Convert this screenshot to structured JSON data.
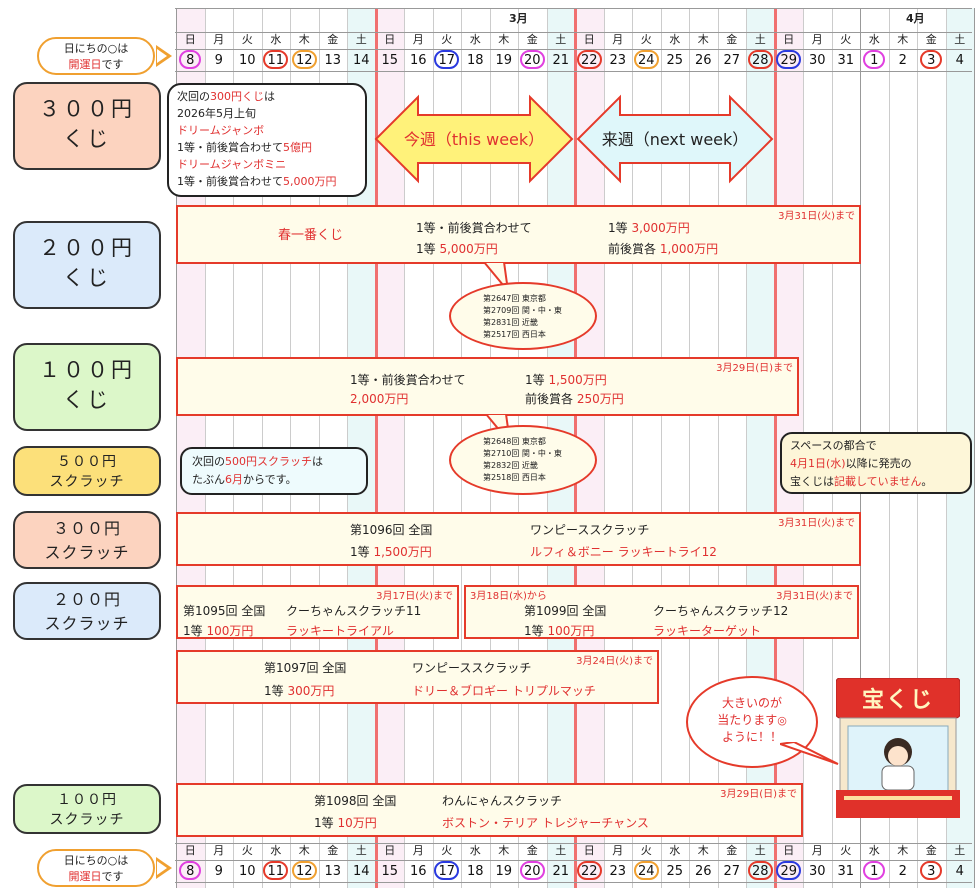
{
  "months": [
    {
      "label": "3月"
    },
    {
      "label": "4月"
    }
  ],
  "weekdays": [
    "日",
    "月",
    "火",
    "水",
    "木",
    "金",
    "土",
    "日",
    "月",
    "火",
    "水",
    "木",
    "金",
    "土",
    "日",
    "月",
    "火",
    "水",
    "木",
    "金",
    "土",
    "日",
    "月",
    "火",
    "水",
    "木",
    "金",
    "土"
  ],
  "dates": [
    {
      "label": "8",
      "ring": "#e040e0"
    },
    {
      "label": "9",
      "ring": ""
    },
    {
      "label": "10",
      "ring": ""
    },
    {
      "label": "11",
      "ring": "#e53a2a"
    },
    {
      "label": "12",
      "ring": "#f0a030"
    },
    {
      "label": "13",
      "ring": ""
    },
    {
      "label": "14",
      "ring": ""
    },
    {
      "label": "15",
      "ring": ""
    },
    {
      "label": "16",
      "ring": ""
    },
    {
      "label": "17",
      "ring": "#2a3adf"
    },
    {
      "label": "18",
      "ring": ""
    },
    {
      "label": "19",
      "ring": ""
    },
    {
      "label": "20",
      "ring": "#e040e0"
    },
    {
      "label": "21",
      "ring": ""
    },
    {
      "label": "22",
      "ring": "#e53a2a"
    },
    {
      "label": "23",
      "ring": ""
    },
    {
      "label": "24",
      "ring": "#f0a030"
    },
    {
      "label": "25",
      "ring": ""
    },
    {
      "label": "26",
      "ring": ""
    },
    {
      "label": "27",
      "ring": ""
    },
    {
      "label": "28",
      "ring": "#e53a2a"
    },
    {
      "label": "29",
      "ring": "#2a3adf"
    },
    {
      "label": "30",
      "ring": ""
    },
    {
      "label": "31",
      "ring": ""
    },
    {
      "label": "1",
      "ring": "#e040e0"
    },
    {
      "label": "2",
      "ring": ""
    },
    {
      "label": "3",
      "ring": "#e53a2a"
    },
    {
      "label": "4",
      "ring": ""
    }
  ],
  "hint": {
    "line1": "日にちの○は",
    "line2_red": "開運日",
    "line2_rest": "です"
  },
  "categories": [
    {
      "line1": "３００円",
      "line2": "くじ",
      "color": "#fcd3bf"
    },
    {
      "line1": "２００円",
      "line2": "くじ",
      "color": "#dbeafa"
    },
    {
      "line1": "１００円",
      "line2": "くじ",
      "color": "#dcf7c9"
    },
    {
      "line1": "５００円",
      "line2": "スクラッチ",
      "color": "#fce07a"
    },
    {
      "line1": "３００円",
      "line2": "スクラッチ",
      "color": "#fcd3bf"
    },
    {
      "line1": "２００円",
      "line2": "スクラッチ",
      "color": "#dbeafa"
    },
    {
      "line1": "１００円",
      "line2": "スクラッチ",
      "color": "#dcf7c9"
    }
  ],
  "note300": {
    "l1a": "次回の",
    "l1b": "300円くじ",
    "l1c": "は",
    "l2": "2026年5月上旬",
    "l3": "ドリームジャンボ",
    "l4a": "1等・前後賞合わせて",
    "l4b": "5億円",
    "l5": "ドリームジャンボミニ",
    "l6a": "1等・前後賞合わせて",
    "l6b": "5,000万円"
  },
  "weeks": {
    "this_week": "今週（this week）",
    "next_week": "来週（next week）"
  },
  "band200": {
    "name": "春一番くじ",
    "a1": "1等・前後賞合わせて",
    "a2a": "1等 ",
    "a2b": "5,000万円",
    "b1a": "1等 ",
    "b1b": "3,000万円",
    "b2a": "前後賞各 ",
    "b2b": "1,000万円",
    "due": "3月31日(火)まで"
  },
  "oval200": [
    "第2647回 東京都",
    "第2709回 関・中・東",
    "第2831回 近畿",
    "第2517回 西日本"
  ],
  "band100": {
    "a1": "1等・前後賞合わせて",
    "a2": "2,000万円",
    "b1a": "1等 ",
    "b1b": "1,500万円",
    "b2a": "前後賞各 ",
    "b2b": "250万円",
    "due": "3月29日(日)まで"
  },
  "oval100": [
    "第2648回 東京都",
    "第2710回 関・中・東",
    "第2832回 近畿",
    "第2518回 西日本"
  ],
  "note500": {
    "l1a": "次回の",
    "l1b": "500円スクラッチ",
    "l1c": "は",
    "l2a": "たぶん",
    "l2b": "6月",
    "l2c": "からです。"
  },
  "noteSpace": {
    "l1": "スペースの都合で",
    "l2a": "4月1日(水)",
    "l2b": "以降に発売の",
    "l3a": "宝くじは",
    "l3b": "記載していません",
    "l3c": "。"
  },
  "scratch300": {
    "a1": "第1096回 全国",
    "a2a": "1等 ",
    "a2b": "1,500万円",
    "b1": "ワンピーススクラッチ",
    "b2": "ルフィ＆ボニー ラッキートライ12",
    "due": "3月31日(火)まで"
  },
  "scratch200a": {
    "a1": "第1095回 全国",
    "a2a": "1等 ",
    "a2b": "100万円",
    "b1": "クーちゃんスクラッチ11",
    "b2": "ラッキートライアル",
    "due": "3月17日(火)まで"
  },
  "scratch200b": {
    "start": "3月18日(水)から",
    "a1": "第1099回 全国",
    "a2a": "1等 ",
    "a2b": "100万円",
    "b1": "クーちゃんスクラッチ12",
    "b2": "ラッキーターゲット",
    "due": "3月31日(火)まで"
  },
  "scratch200c": {
    "a1": "第1097回 全国",
    "a2a": "1等 ",
    "a2b": "300万円",
    "b1": "ワンピーススクラッチ",
    "b2": "ドリー＆ブロギー トリプルマッチ",
    "due": "3月24日(火)まで"
  },
  "scratch100": {
    "a1": "第1098回 全国",
    "a2a": "1等 ",
    "a2b": "10万円",
    "b1": "わんにゃんスクラッチ",
    "b2": "ボストン・テリア トレジャーチャンス",
    "due": "3月29日(日)まで"
  },
  "speech": {
    "l1": "大きいのが",
    "l2": "当たります",
    "l3": "ように！！"
  },
  "shop": {
    "sign": "宝くじ"
  }
}
